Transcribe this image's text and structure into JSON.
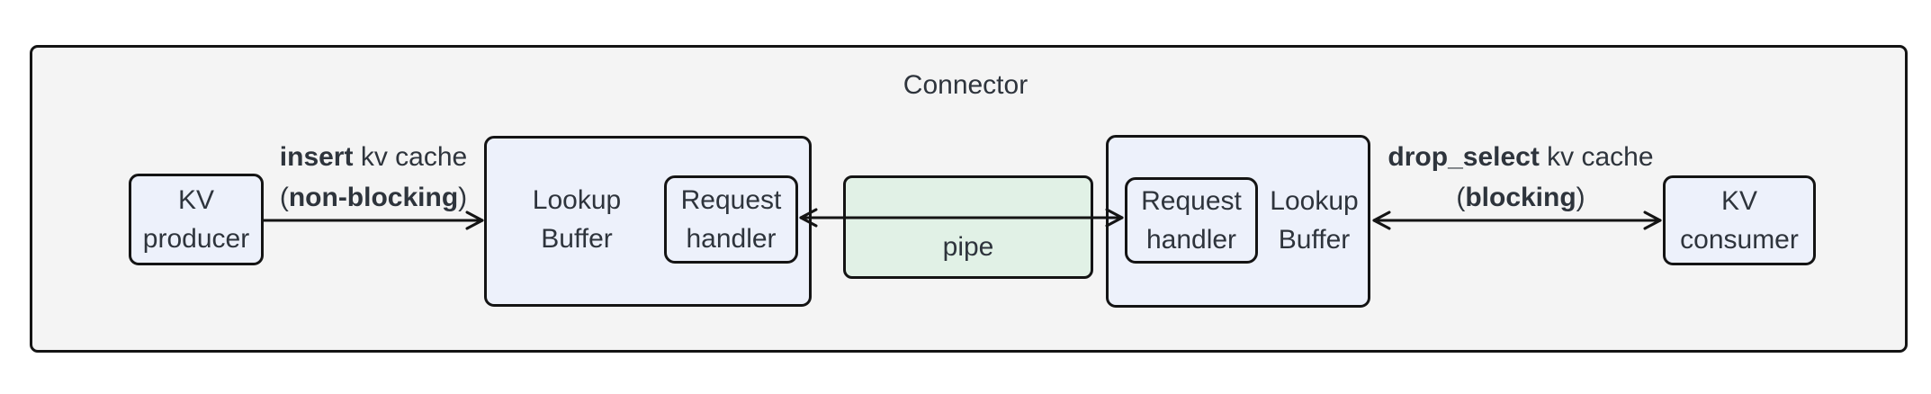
{
  "diagram": {
    "title": "Connector",
    "nodes": {
      "kv_producer": {
        "line1": "KV",
        "line2": "producer"
      },
      "lookup_buffer_left": {
        "line1": "Lookup",
        "line2": "Buffer"
      },
      "request_handler_left": {
        "line1": "Request",
        "line2": "handler"
      },
      "pipe": {
        "label": "pipe"
      },
      "request_handler_right": {
        "line1": "Request",
        "line2": "handler"
      },
      "lookup_buffer_right": {
        "line1": "Lookup",
        "line2": "Buffer"
      },
      "kv_consumer": {
        "line1": "KV",
        "line2": "consumer"
      }
    },
    "edges": {
      "insert": {
        "line1_bold": "insert",
        "line1_rest": " kv cache",
        "line2_pre": "(",
        "line2_bold": "non-blocking",
        "line2_post": ")"
      },
      "drop_select": {
        "line1_bold": "drop_select",
        "line1_rest": " kv cache",
        "line2_pre": "(",
        "line2_bold": "blocking",
        "line2_post": ")"
      }
    },
    "colors": {
      "container_fill": "#f4f4f4",
      "node_fill": "#edf1fb",
      "pipe_fill": "#e1f1e6",
      "border": "#141414",
      "text": "#2e343c"
    }
  }
}
